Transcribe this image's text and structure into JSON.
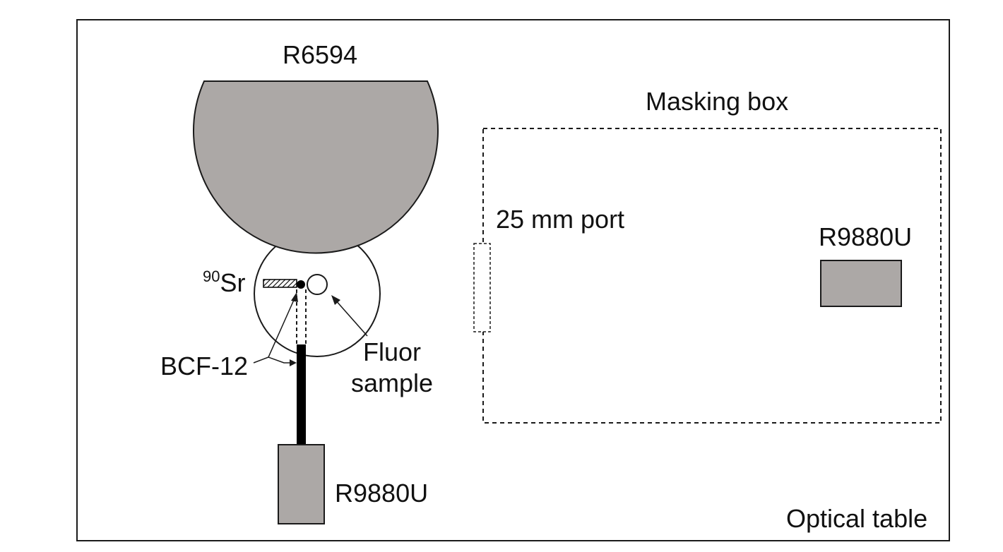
{
  "labels": {
    "r6594": "R6594",
    "masking_box": "Masking box",
    "port": "25 mm port",
    "r9880u_right": "R9880U",
    "sr_mass": "90",
    "sr_symbol": "Sr",
    "bcf12": "BCF-12",
    "fluor_line1": "Fluor",
    "fluor_line2": "sample",
    "r9880u_bottom": "R9880U",
    "optical_table": "Optical table"
  },
  "colors": {
    "pmt_fill": "#aca8a6",
    "outline": "#1a1a1a",
    "fiber": "#000000",
    "background": "#ffffff"
  }
}
